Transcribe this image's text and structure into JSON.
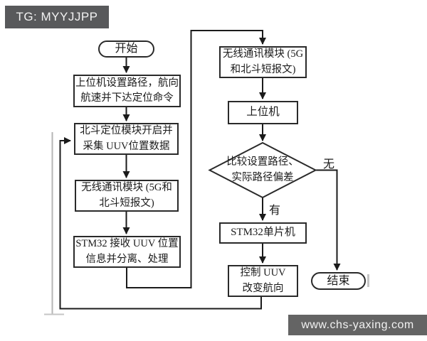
{
  "header": {
    "tag_label": "TG: MYYJJPP"
  },
  "footer": {
    "watermark": "www.chs-yaxing.com"
  },
  "colors": {
    "line": "#1b1b1b",
    "header_bg": "#58595b",
    "footer_bg": "#646464",
    "background": "#ffffff",
    "artifact_gray": "#b5b5b5"
  },
  "flowchart": {
    "nodes": {
      "start": {
        "label": "开始"
      },
      "set_path": {
        "line1": "上位机设置路径，航向",
        "line2": "航速并下达定位命令"
      },
      "beidou": {
        "line1": "北斗定位模块开启并",
        "line2": "采集 UUV位置数据"
      },
      "wireless_left": {
        "line1": "无线通讯模块 (5G和",
        "line2": "北斗短报文)"
      },
      "stm32_receive": {
        "line1": "STM32 接收 UUV 位置",
        "line2": "信息并分离、处理"
      },
      "wireless_right": {
        "line1": "无线通讯模块 (5G",
        "line2": "和北斗短报文)"
      },
      "host": {
        "label": "上位机"
      },
      "decision": {
        "line1": "比较设置路径、",
        "line2": "实际路径偏差"
      },
      "stm32_mcu": {
        "label": "STM32单片机"
      },
      "control_uuv": {
        "line1": "控制 UUV",
        "line2": "改变航向"
      },
      "end": {
        "label": "结束"
      }
    },
    "branch_labels": {
      "no": "无",
      "yes": "有"
    }
  }
}
